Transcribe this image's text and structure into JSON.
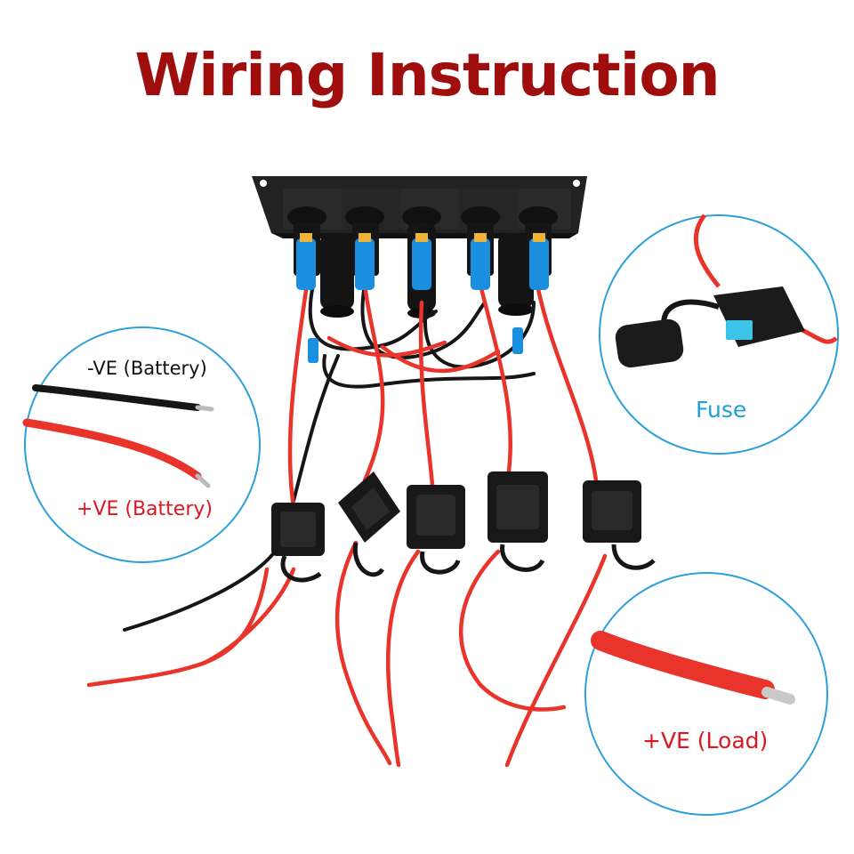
{
  "title": "Wiring Instruction",
  "callouts": {
    "negative_battery": "-VE (Battery)",
    "positive_battery": "+VE (Battery)",
    "fuse": "Fuse",
    "positive_load": "+VE (Load)"
  },
  "colors": {
    "title": "#a00d0d",
    "negative_label": "#111111",
    "positive_label": "#d9181f",
    "fuse_label": "#1c9fdb",
    "callout_circle": "#2d9fdc",
    "red_wire": "#e8342a",
    "black_wire": "#161616",
    "panel": "#1b1b1b",
    "blue_terminal": "#1a8fe0"
  },
  "switch_count": 5,
  "inline_fuse_count": 5
}
